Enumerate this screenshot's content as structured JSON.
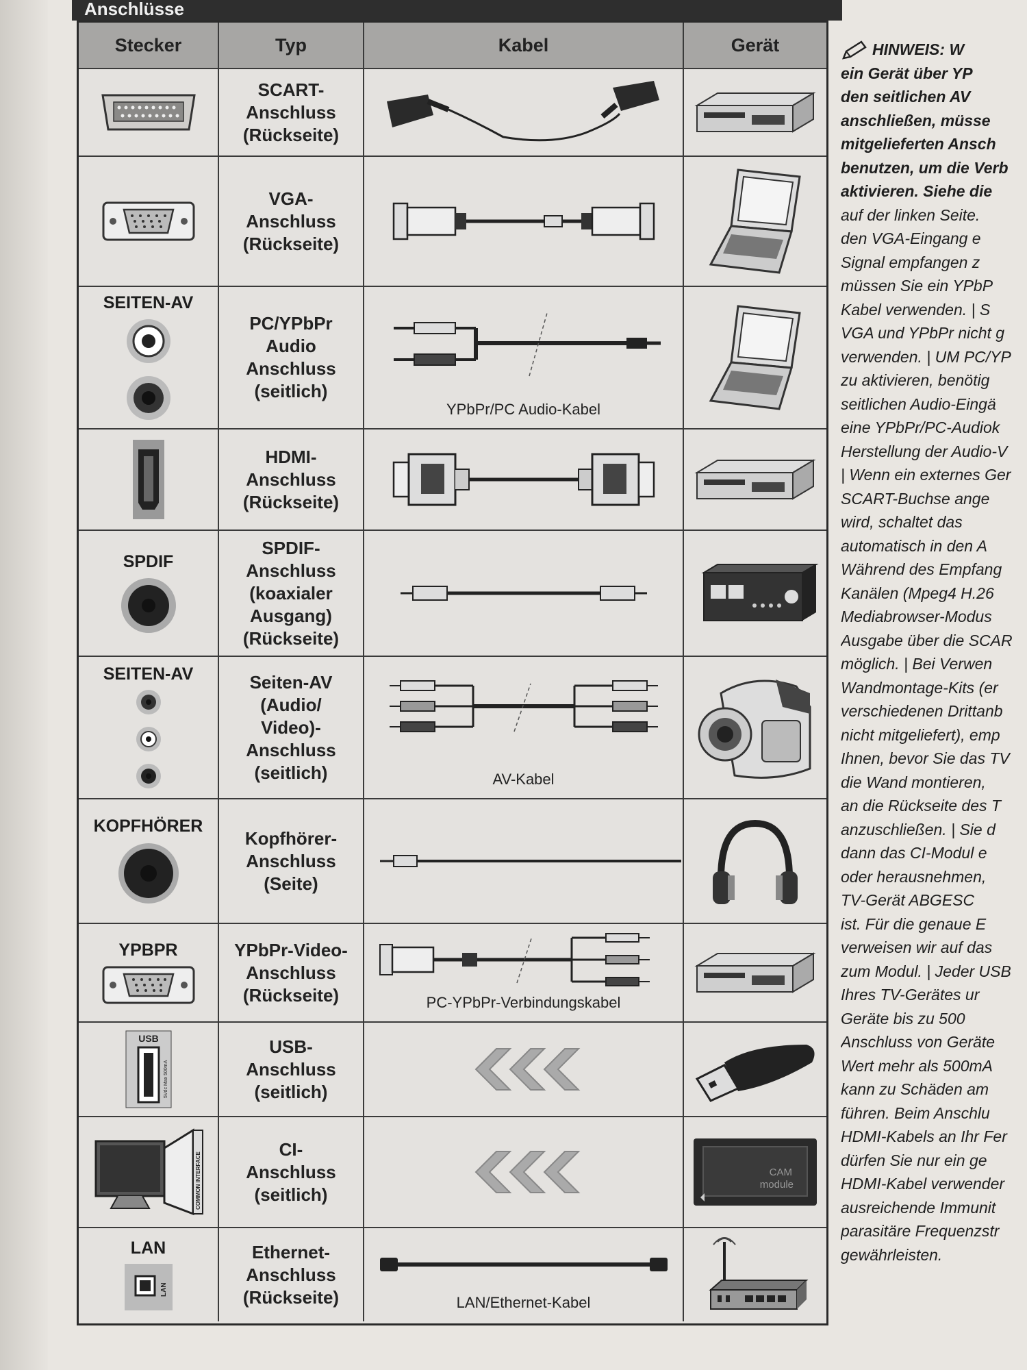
{
  "section_title": "Anschlüsse",
  "headers": {
    "plug": "Stecker",
    "type": "Typ",
    "cable": "Kabel",
    "device": "Gerät"
  },
  "rows": [
    {
      "plug_label": "",
      "type": "SCART-\nAnschluss\n(Rückseite)",
      "cable_caption": ""
    },
    {
      "plug_label": "",
      "type": "VGA-\nAnschluss\n(Rückseite)",
      "cable_caption": ""
    },
    {
      "plug_label": "SEITEN-AV",
      "type": "PC/YPbPr\nAudio\nAnschluss\n(seitlich)",
      "cable_caption": "YPbPr/PC Audio-Kabel"
    },
    {
      "plug_label": "",
      "type": "HDMI-\nAnschluss\n(Rückseite)",
      "cable_caption": ""
    },
    {
      "plug_label": "SPDIF",
      "type": "SPDIF-\nAnschluss\n(koaxialer\nAusgang)\n(Rückseite)",
      "cable_caption": ""
    },
    {
      "plug_label": "SEITEN-AV",
      "type": "Seiten-AV\n(Audio/\nVideo)-\nAnschluss\n(seitlich)",
      "cable_caption": "AV-Kabel"
    },
    {
      "plug_label": "KOPFHÖRER",
      "type": "Kopfhörer-\nAnschluss\n(Seite)",
      "cable_caption": ""
    },
    {
      "plug_label": "YPBPR",
      "type": "YPbPr-Video-\nAnschluss\n(Rückseite)",
      "cable_caption": "PC-YPbPr-Verbindungskabel"
    },
    {
      "plug_label": "",
      "type": "USB-\nAnschluss\n(seitlich)",
      "cable_caption": ""
    },
    {
      "plug_label": "",
      "type": "CI-\nAnschluss\n(seitlich)",
      "cable_caption": ""
    },
    {
      "plug_label": "LAN",
      "type": "Ethernet-\nAnschluss\n(Rückseite)",
      "cable_caption": "LAN/Ethernet-Kabel"
    }
  ],
  "jack_labels": {
    "usb": "USB",
    "usb_side": "5Vdc Max 500mA",
    "ci_side": "COMMON INTERFACE",
    "lan": "LAN",
    "cam_line1": "CAM",
    "cam_line2": "module"
  },
  "note": {
    "heading": "HINWEIS: W",
    "lines": [
      "ein Gerät über YP",
      "den seitlichen AV",
      "anschließen, müsse",
      "mitgelieferten Ansch",
      "benutzen, um die Verb",
      "aktivieren. Siehe die",
      "auf der linken Seite.",
      "den VGA-Eingang e",
      "Signal empfangen z",
      "müssen Sie ein YPbP",
      "Kabel verwenden. | S",
      "VGA und YPbPr nicht g",
      "verwenden. | UM PC/YP",
      "zu aktivieren, benötig",
      "seitlichen Audio-Eingä",
      "eine YPbPr/PC-Audiok",
      "Herstellung der Audio-V",
      "| Wenn ein externes Ger",
      "SCART-Buchse ange",
      "wird, schaltet das",
      "automatisch in den A",
      "Während des Empfang",
      "Kanälen (Mpeg4 H.26",
      "Mediabrowser-Modus",
      "Ausgabe über die SCAR",
      "möglich. | Bei Verwen",
      "Wandmontage-Kits (er",
      "verschiedenen Drittanb",
      "nicht mitgeliefert), emp",
      "Ihnen, bevor Sie das TV",
      "die Wand montieren,",
      "an die Rückseite des T",
      "anzuschließen. | Sie d",
      "dann das CI-Modul e",
      "oder herausnehmen,",
      "TV-Gerät ABGESC",
      "ist. Für die genaue E",
      "verweisen wir auf das",
      "zum Modul. | Jeder USB",
      "Ihres TV-Gerätes ur",
      "Geräte bis zu 500",
      "Anschluss von Geräte",
      "Wert mehr als 500mA",
      "kann zu Schäden am",
      "führen. Beim Anschlu",
      "HDMI-Kabels an Ihr Fer",
      "dürfen Sie nur ein ge",
      "HDMI-Kabel verwender",
      "ausreichende Immunit",
      "parasitäre Frequenzstr",
      "gewährleisten."
    ],
    "bold_line_count": 6
  }
}
